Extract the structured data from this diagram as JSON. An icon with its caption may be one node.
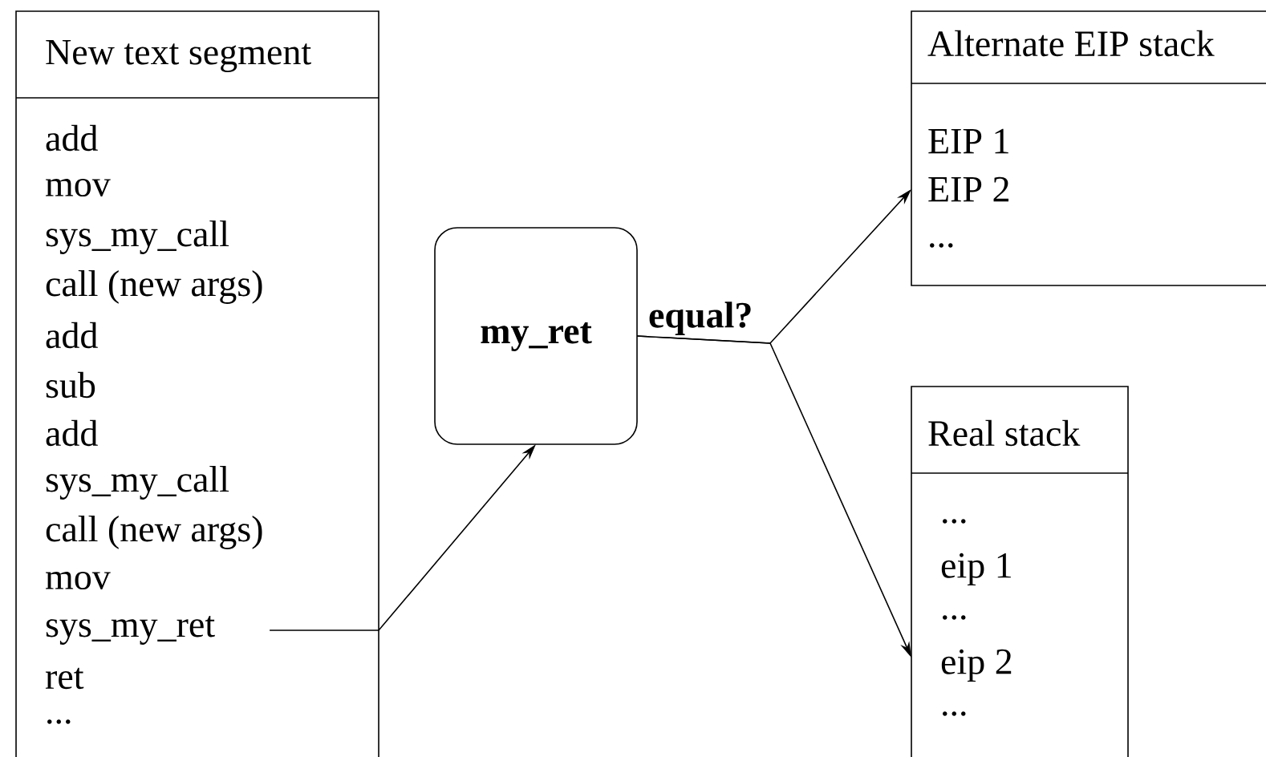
{
  "diagram": {
    "nodes": [
      {
        "text": [
          "New text segment"
        ]
      },
      {
        "text": [
          "add"
        ],
        "in": 0
      },
      {
        "text": [
          "mov"
        ],
        "in": 0
      },
      {
        "text": [
          "sys_my_call"
        ],
        "in": 0
      },
      {
        "text": [
          "call (new args)"
        ],
        "in": 0
      },
      {
        "text": [
          "add"
        ],
        "in": 0
      },
      {
        "text": [
          "sub"
        ],
        "in": 0
      },
      {
        "text": [
          "add"
        ],
        "in": 0
      },
      {
        "text": [
          "sys_my_call"
        ],
        "in": 0
      },
      {
        "text": [
          "call (new args)"
        ],
        "in": 0
      },
      {
        "text": [
          "mov"
        ],
        "in": 0
      },
      {
        "text": [
          "sys_my_ret"
        ],
        "in": 0
      },
      {
        "text": [
          "ret"
        ],
        "in": 0
      },
      {
        "text": [
          "..."
        ],
        "in": 0
      },
      {
        "text": [
          "my_ret"
        ]
      },
      {
        "text": [
          "Alternate EIP stack",
          "EIP 1",
          "EIP 2",
          "..."
        ]
      },
      {
        "text": [
          "Real stack",
          "...",
          "eip 1",
          "...",
          "eip 2",
          "..."
        ]
      }
    ],
    "edges": [
      {
        "from": 11,
        "to": 14,
        "arrow": "to"
      },
      {
        "from": 14,
        "to": 15,
        "arrow": "to",
        "label": "equal?"
      },
      {
        "from": 14,
        "to": 16,
        "arrow": "to"
      }
    ]
  }
}
